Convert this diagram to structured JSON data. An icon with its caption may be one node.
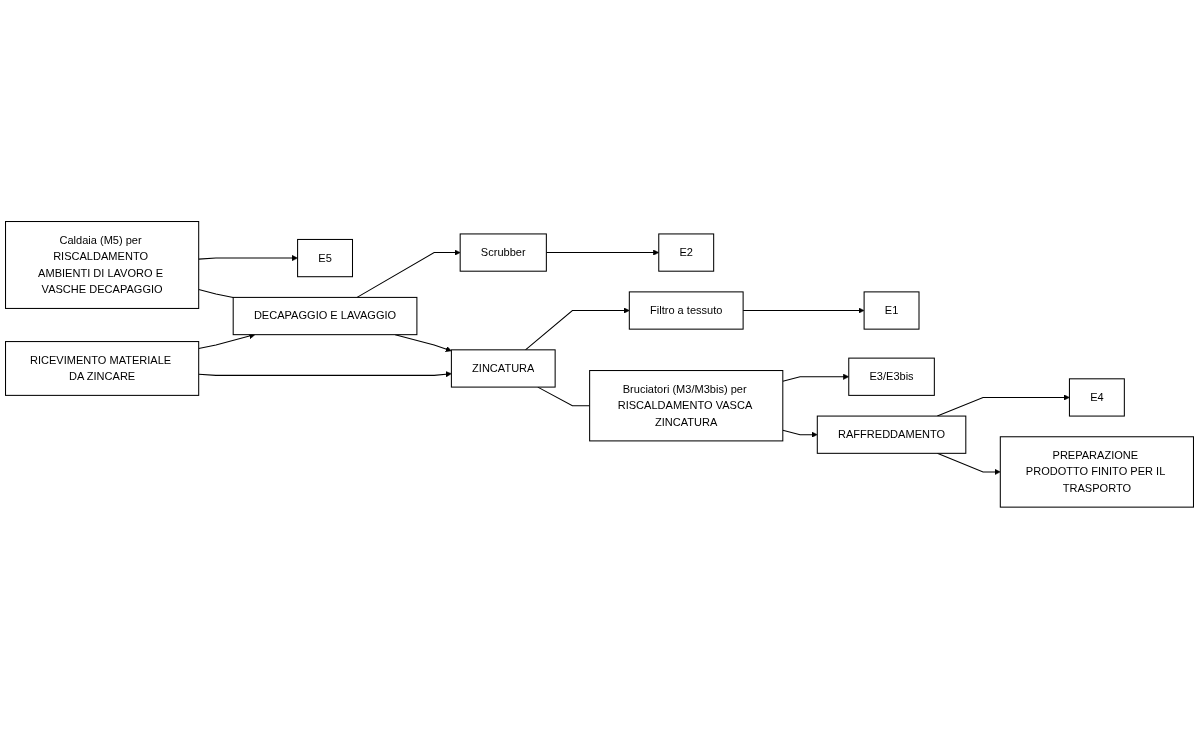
{
  "diagram": {
    "nodes": [
      {
        "text": [
          "Caldaia (M5) per RISCALDAMENTO AMBIENTI DI LAVORO E VASCHE DECAPAGGIO"
        ]
      },
      {
        "text": [
          "E5"
        ]
      },
      {
        "text": [
          "RICEVIMENTO MATERIALE DA ZINCARE"
        ]
      },
      {
        "text": [
          "DECAPAGGIO E LAVAGGIO"
        ]
      },
      {
        "text": [
          "Scrubber"
        ]
      },
      {
        "text": [
          "E2"
        ]
      },
      {
        "text": [
          "ZINCATURA"
        ]
      },
      {
        "text": [
          "Filtro a tessuto"
        ]
      },
      {
        "text": [
          "E1"
        ]
      },
      {
        "text": [
          "Bruciatori (M3/M3bis) per RISCALDAMENTO VASCA ZINCATURA"
        ]
      },
      {
        "text": [
          "E3/E3bis"
        ]
      },
      {
        "text": [
          "RAFFREDDAMENTO"
        ]
      },
      {
        "text": [
          "E4"
        ]
      },
      {
        "text": [
          "PREPARAZIONE PRODOTTO FINITO PER IL TRASPORTO"
        ]
      }
    ],
    "edges": [
      {
        "from": 0,
        "to": 1,
        "arrow": "to"
      },
      {
        "from": 0,
        "to": 3,
        "arrow": "none"
      },
      {
        "from": 2,
        "to": 3,
        "arrow": "to"
      },
      {
        "from": 3,
        "to": 4,
        "arrow": "to"
      },
      {
        "from": 4,
        "to": 5,
        "arrow": "to"
      },
      {
        "from": 3,
        "to": 6,
        "arrow": "to"
      },
      {
        "from": 2,
        "to": 6,
        "arrow": "to"
      },
      {
        "from": 6,
        "to": 7,
        "arrow": "to"
      },
      {
        "from": 7,
        "to": 8,
        "arrow": "to"
      },
      {
        "from": 6,
        "to": 9,
        "arrow": "none"
      },
      {
        "from": 9,
        "to": 10,
        "arrow": "to"
      },
      {
        "from": 9,
        "to": 11,
        "arrow": "to"
      },
      {
        "from": 11,
        "to": 12,
        "arrow": "to"
      },
      {
        "from": 11,
        "to": 13,
        "arrow": "to"
      }
    ]
  }
}
